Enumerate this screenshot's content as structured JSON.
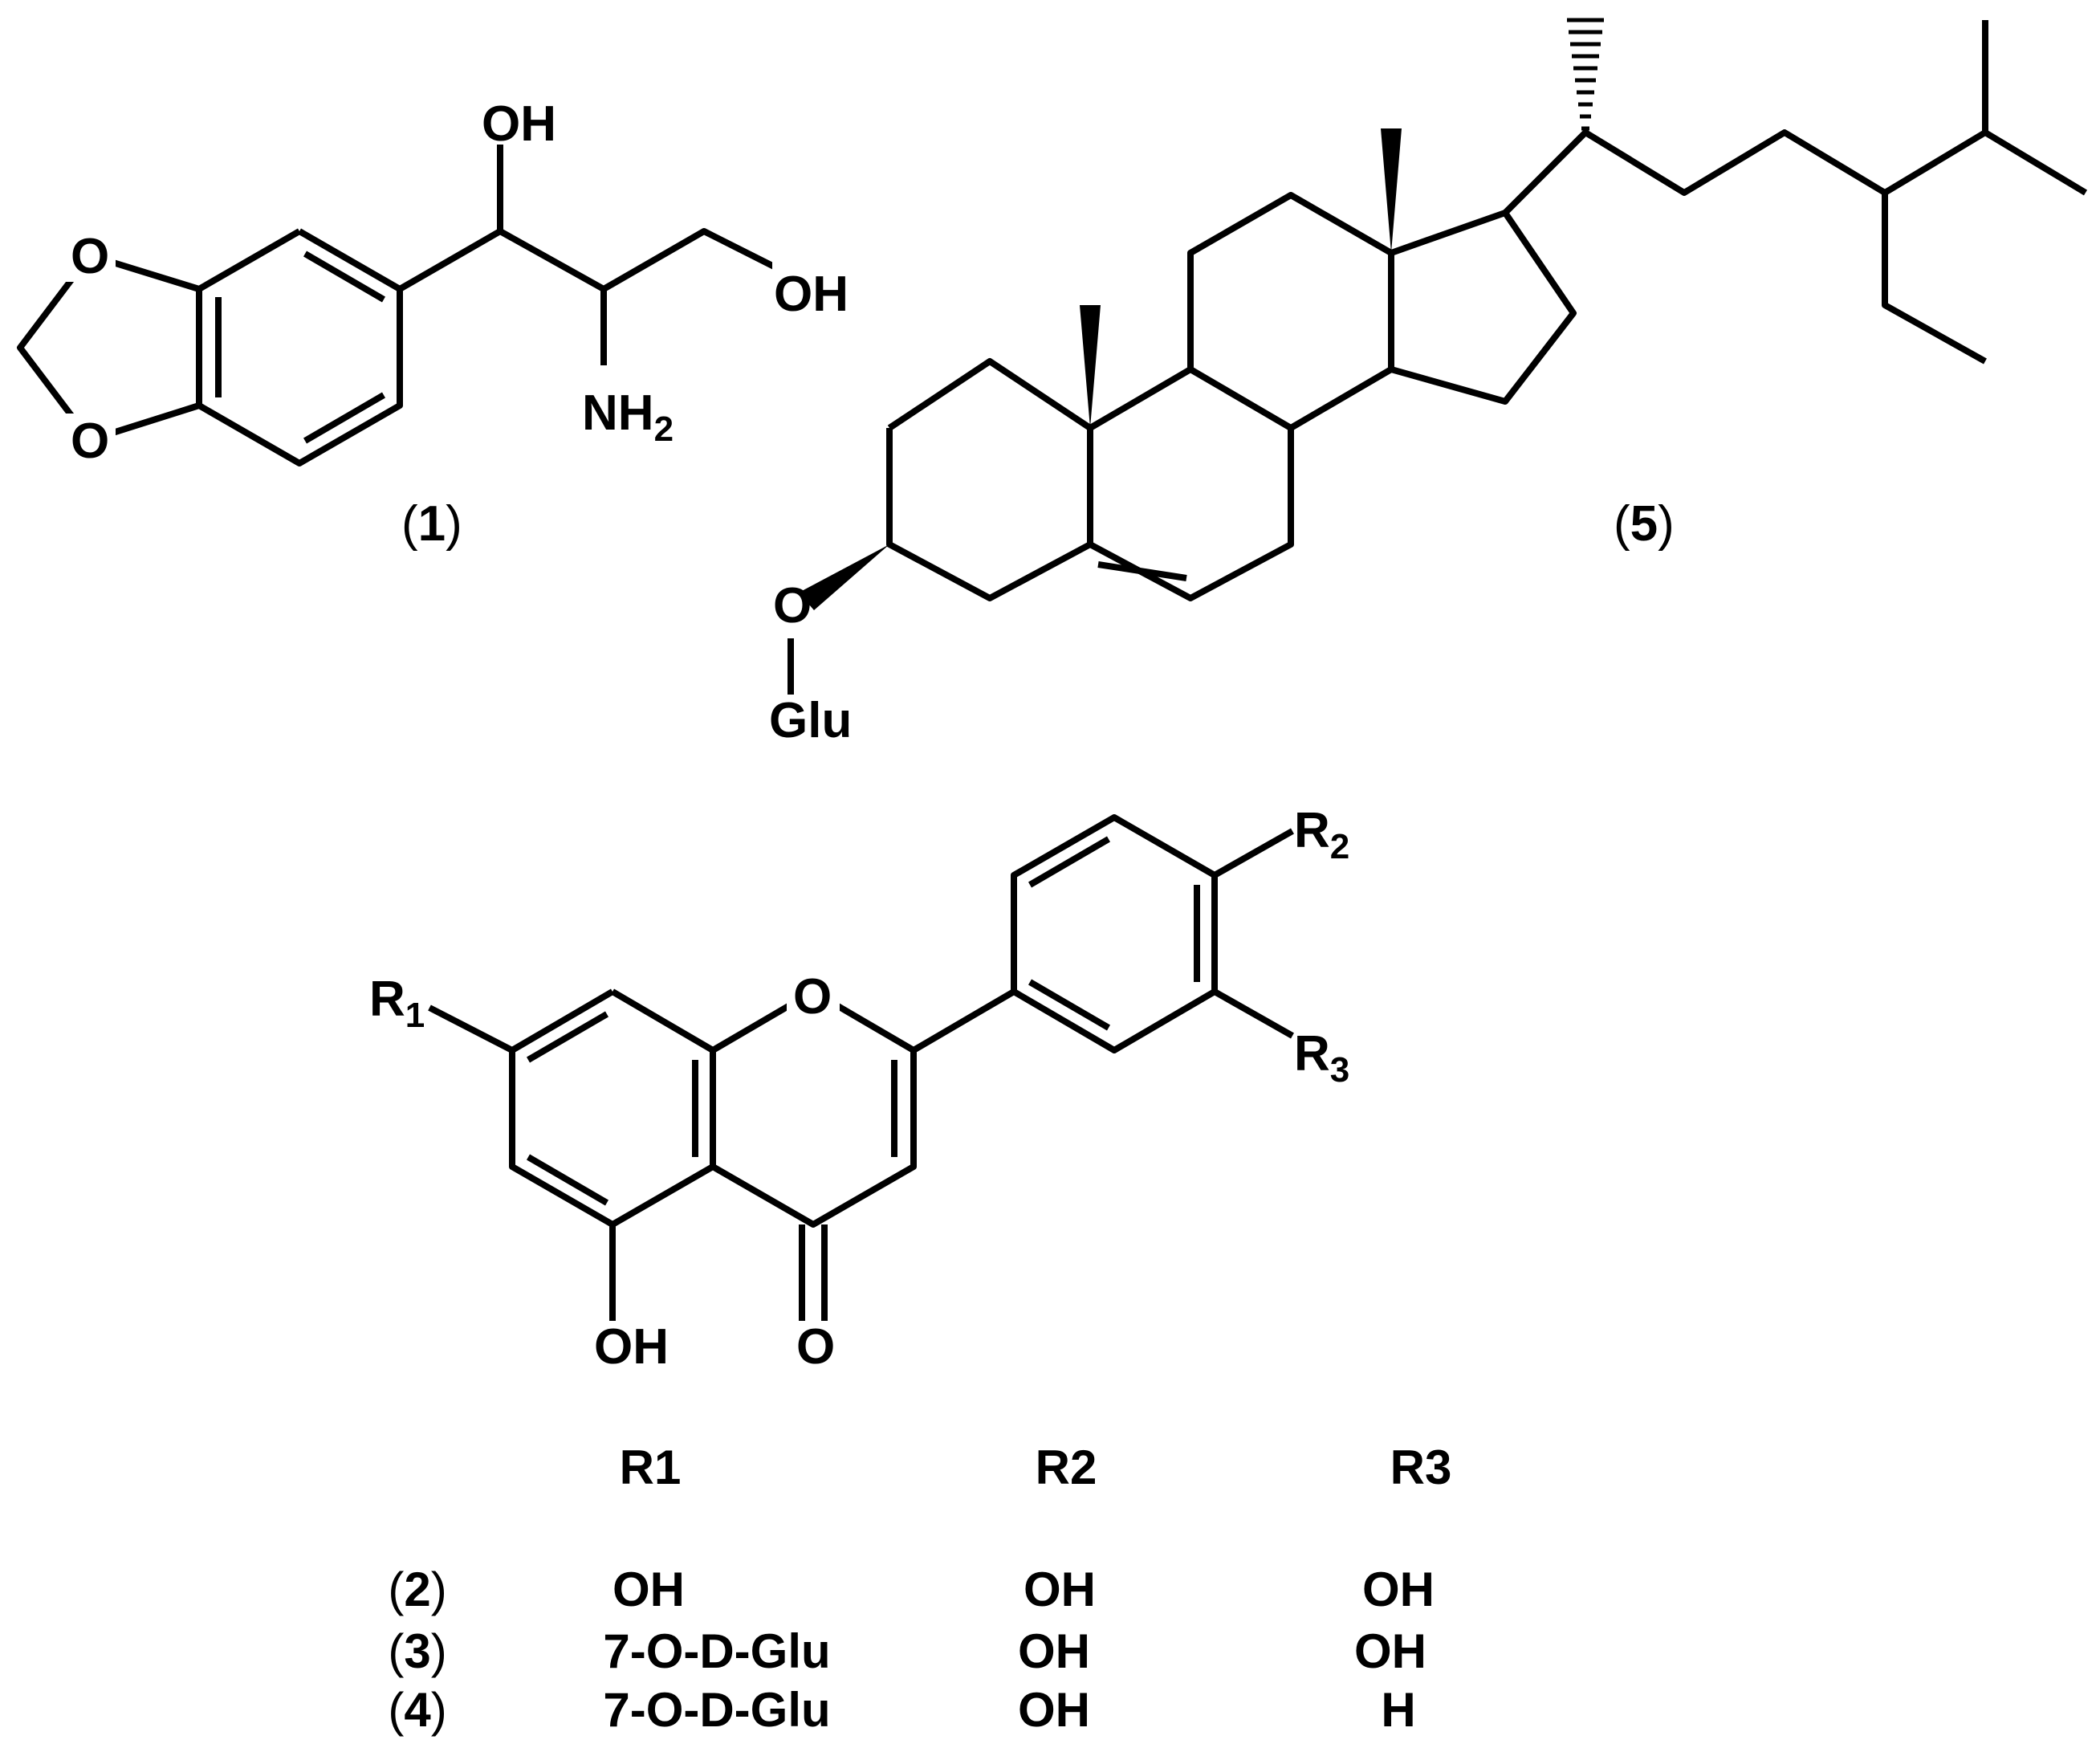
{
  "compounds": {
    "c1": {
      "num": "1",
      "atoms": {
        "oh_top": "OH",
        "oh_right": "OH",
        "nh": "NH",
        "nh_sub": "2",
        "o_ring_top": "O",
        "o_ring_bottom": "O"
      }
    },
    "c5": {
      "num": "5",
      "atoms": {
        "o": "O",
        "glu": "Glu"
      }
    },
    "flav": {
      "atoms": {
        "r1": "R",
        "r1_sub": "1",
        "r2": "R",
        "r2_sub": "2",
        "r3": "R",
        "r3_sub": "3",
        "o_ring": "O",
        "oh": "OH",
        "o_keto": "O"
      }
    }
  },
  "table": {
    "headers": [
      "R1",
      "R2",
      "R3"
    ],
    "rows": [
      {
        "num": "2",
        "r1": "OH",
        "r2": "OH",
        "r3": "OH"
      },
      {
        "num": "3",
        "r1": "7-O-D-Glu",
        "r2": "OH",
        "r3": "OH"
      },
      {
        "num": "4",
        "r1": "7-O-D-Glu",
        "r2": "OH",
        "r3": "H"
      }
    ]
  }
}
